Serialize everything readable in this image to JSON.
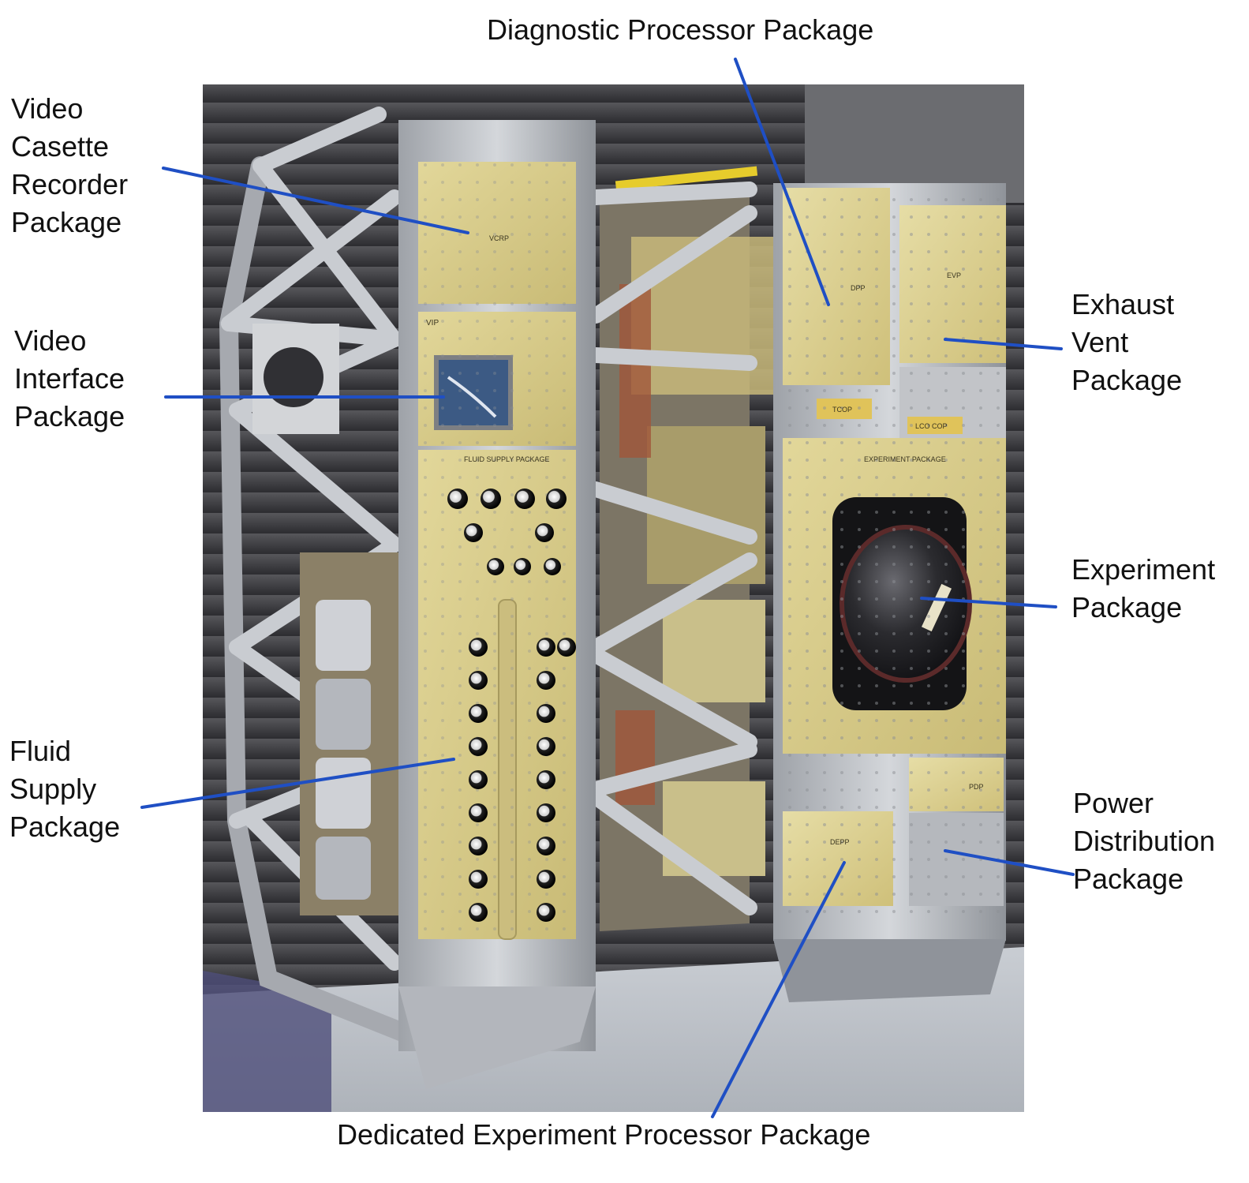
{
  "labels": {
    "diagnostic_processor": "Diagnostic Processor Package",
    "vcrp": [
      "Video",
      "Casette",
      "Recorder",
      "Package"
    ],
    "vip": [
      "Video",
      "Interface",
      "Package"
    ],
    "fluid_supply": [
      "Fluid",
      "Supply",
      "Package"
    ],
    "exhaust_vent": [
      "Exhaust",
      "Vent",
      "Package"
    ],
    "experiment": [
      "Experiment",
      "Package"
    ],
    "power_distribution": [
      "Power",
      "Distribution",
      "Package"
    ],
    "dedicated_experiment_processor": "Dedicated Experiment Processor Package"
  },
  "photo_panel_text": {
    "vcrp": "VCRP",
    "vip": "VIP",
    "fluid_supply": "FLUID SUPPLY PACKAGE",
    "dpp": "DPP",
    "evp": "EVP",
    "experiment": "EXPERIMENT PACKAGE",
    "tcop": "TCOP",
    "lcop": "LCO  COP",
    "pdp": "PDP",
    "depp": "DEPP"
  },
  "colors": {
    "leader_line": "#1f4fc4",
    "panel_beige": "#d9cc8a",
    "frame_metal": "#b9bcc2",
    "background_dark": "#4a4a4e"
  }
}
